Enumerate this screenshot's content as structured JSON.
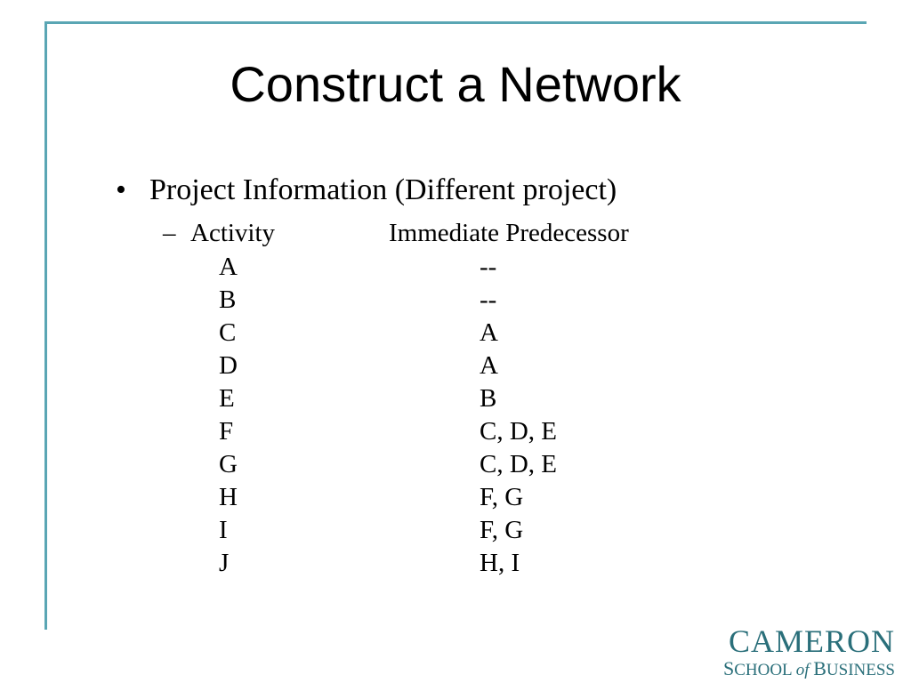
{
  "slide": {
    "title": "Construct a Network",
    "bullet_symbol": "•",
    "bullet_text": "Project Information (Different project)",
    "sub_symbol": "–",
    "header_activity": "Activity",
    "header_predecessor": "Immediate Predecessor",
    "rows": [
      {
        "activity": "A",
        "predecessor": "--"
      },
      {
        "activity": "B",
        "predecessor": "--"
      },
      {
        "activity": "C",
        "predecessor": "A"
      },
      {
        "activity": "D",
        "predecessor": "A"
      },
      {
        "activity": "E",
        "predecessor": "B"
      },
      {
        "activity": "F",
        "predecessor": "C, D, E"
      },
      {
        "activity": "G",
        "predecessor": "C, D, E"
      },
      {
        "activity": "H",
        "predecessor": "F, G"
      },
      {
        "activity": "I",
        "predecessor": "F, G"
      },
      {
        "activity": "J",
        "predecessor": "H, I"
      }
    ]
  },
  "logo": {
    "line1": "CAMERON",
    "school_s": "S",
    "school_rest": "CHOOL",
    "of": "of",
    "business_b": "B",
    "business_rest": "USINESS"
  },
  "colors": {
    "accent_rule": "#5aa6b4",
    "logo": "#2a6f7a"
  }
}
